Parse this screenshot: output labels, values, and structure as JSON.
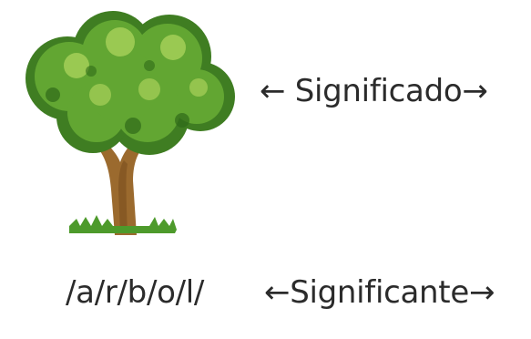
{
  "phonological_form": "/a/r/b/o/l/",
  "significado_label": "Significado",
  "significante_label": "Significante",
  "arrow_left": "←",
  "arrow_right": "→",
  "colors": {
    "text": "#2b2b2b",
    "foliage_dark": "#3f7d22",
    "foliage_mid": "#62a632",
    "foliage_light": "#a9d25a",
    "trunk": "#9b6a2e",
    "grass": "#4d9a2b"
  },
  "icons": [
    "tree-icon"
  ]
}
